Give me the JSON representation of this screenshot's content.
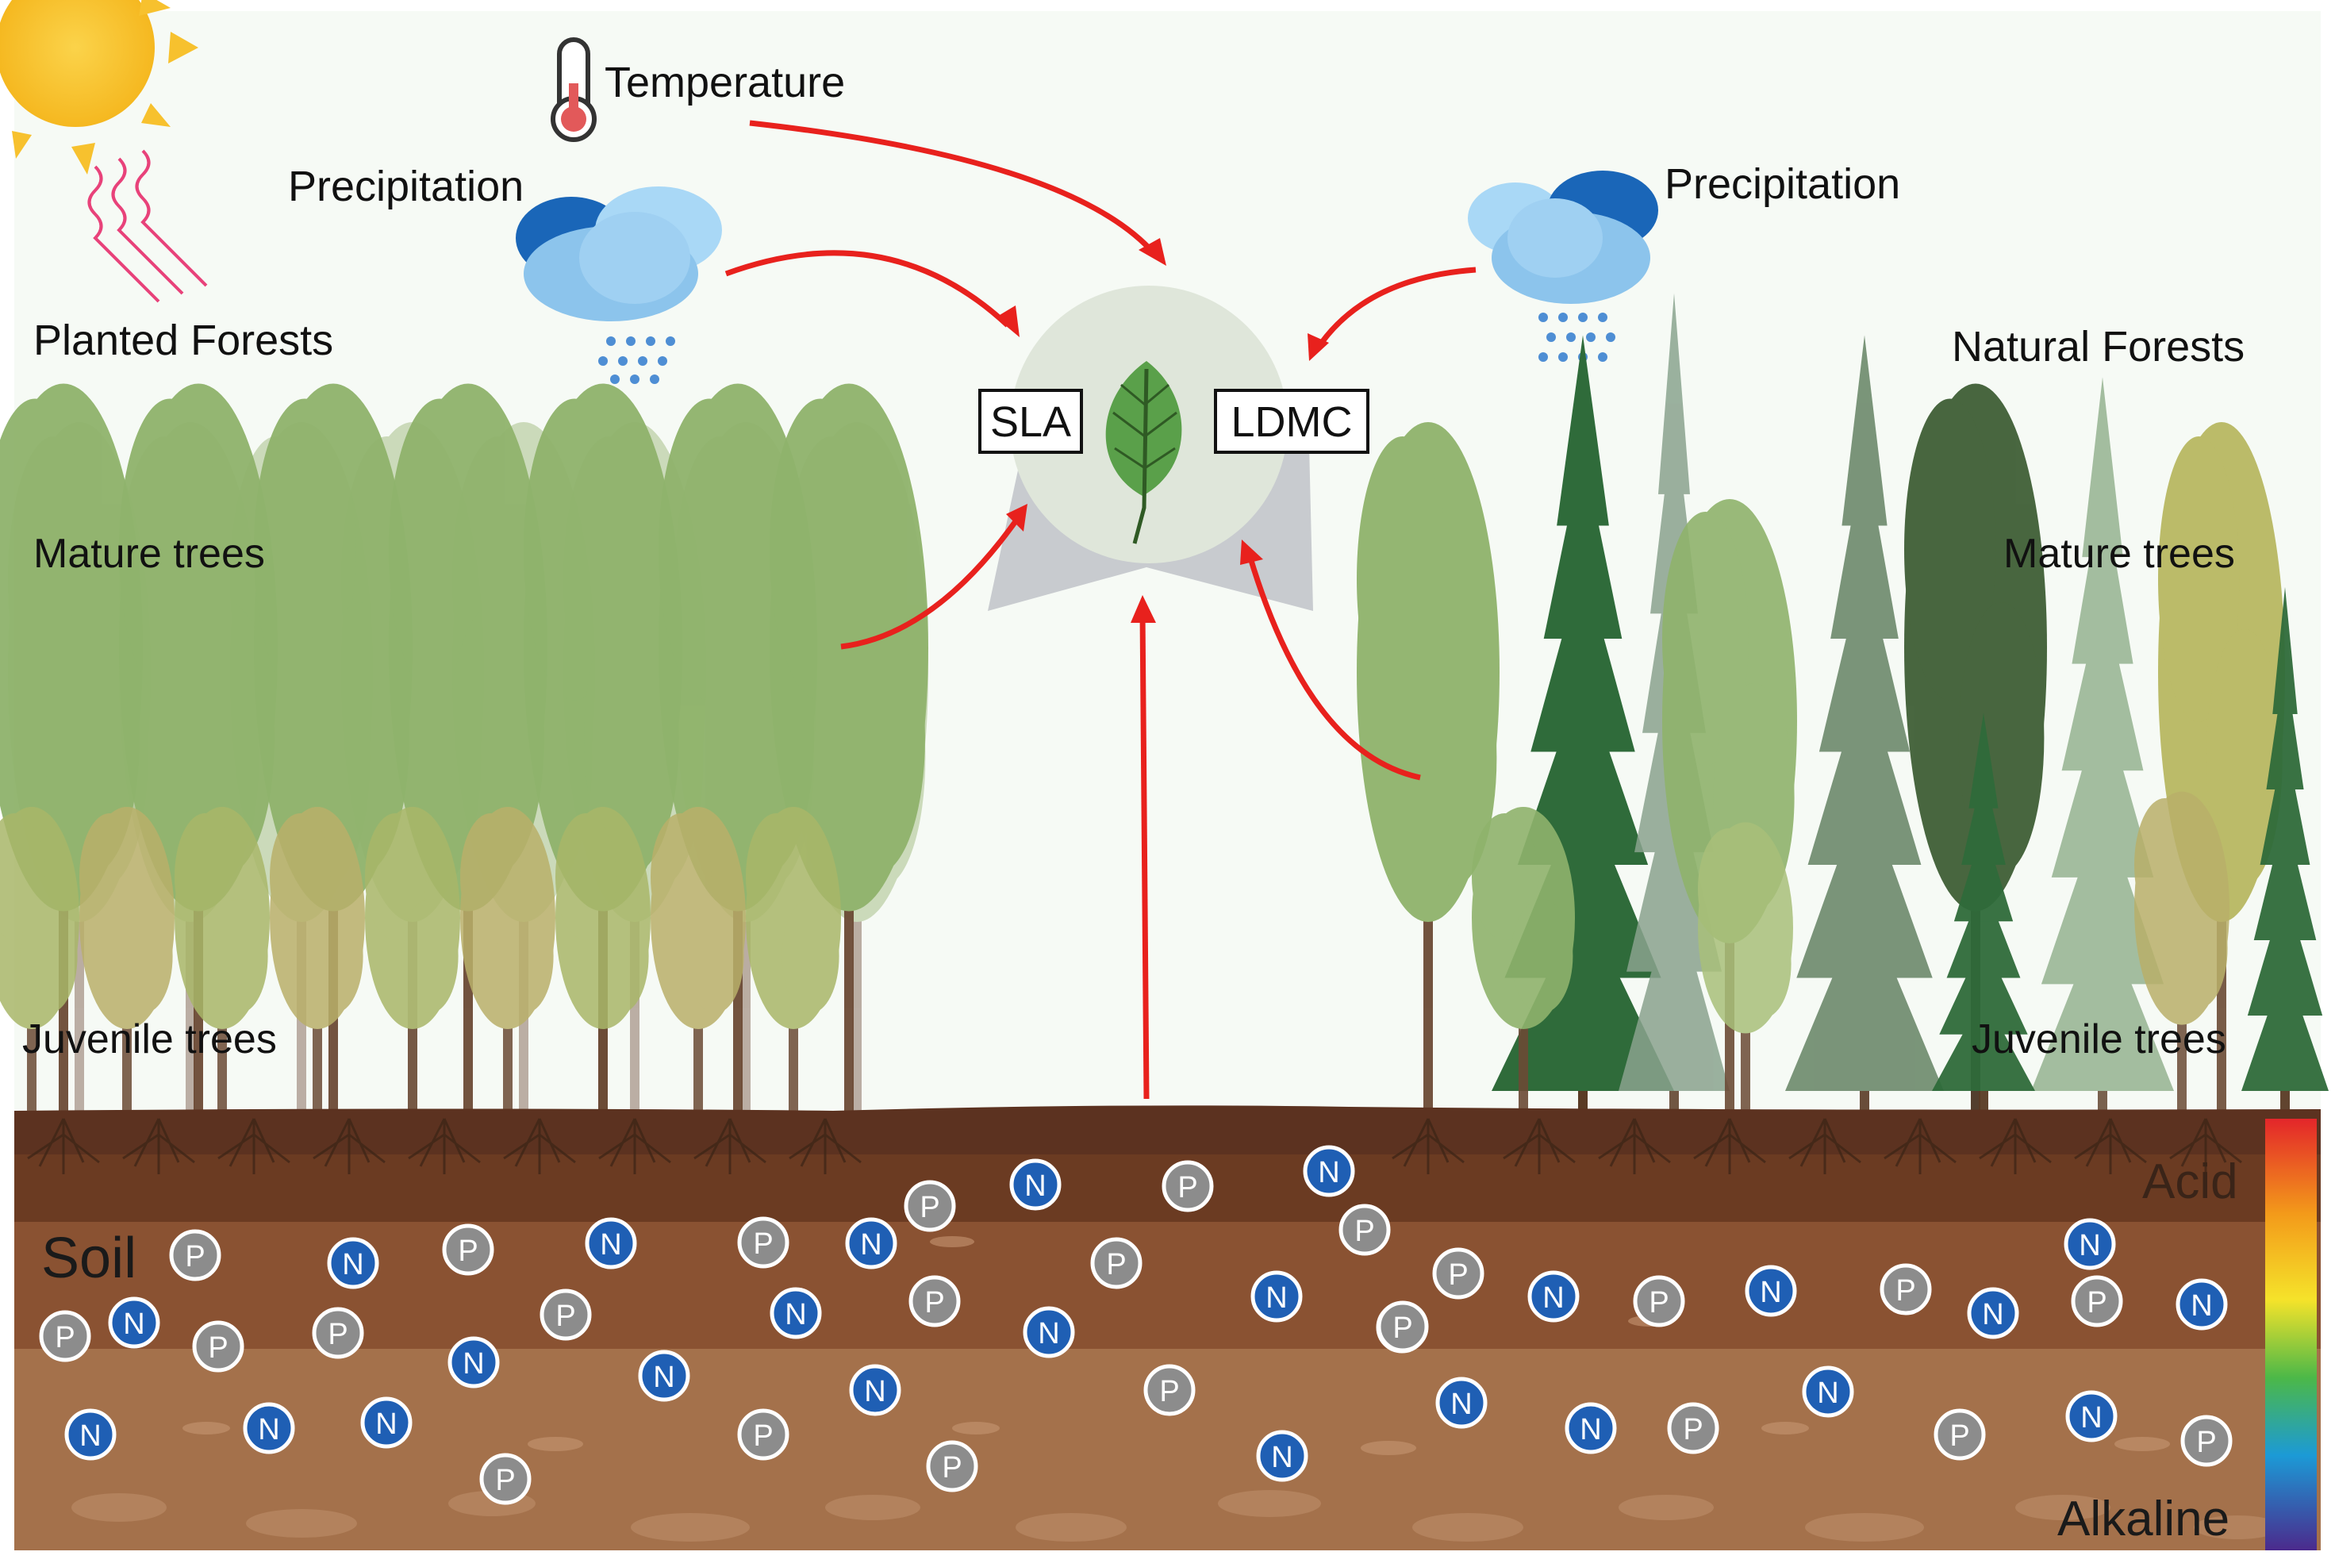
{
  "labels": {
    "temperature": "Temperature",
    "precip_left": "Precipitation",
    "precip_right": "Precipitation",
    "planted_forests": "Planted Forests",
    "natural_forests": "Natural Forests",
    "mature_left": "Mature trees",
    "mature_right": "Mature trees",
    "juvenile_left": "Juvenile trees",
    "juvenile_right": "Juvenile trees",
    "sla": "SLA",
    "ldmc": "LDMC",
    "soil": "Soil",
    "acid": "Acid",
    "alkaline": "Alkaline",
    "nitrogen": "N",
    "phosphorus": "P"
  },
  "colors": {
    "arrow": "#e8211d",
    "nitrogen": "#1f5fb4",
    "phosphorus": "#8c8c8c",
    "soil_top": "#6b3b22",
    "soil_mid": "#8a5232",
    "soil_low": "#a4714b",
    "sun": "#f7c12e",
    "leaf": "#5aa04a"
  },
  "icons": [
    "sun-icon",
    "thermometer-icon",
    "rain-cloud-icon",
    "leaf-icon"
  ]
}
